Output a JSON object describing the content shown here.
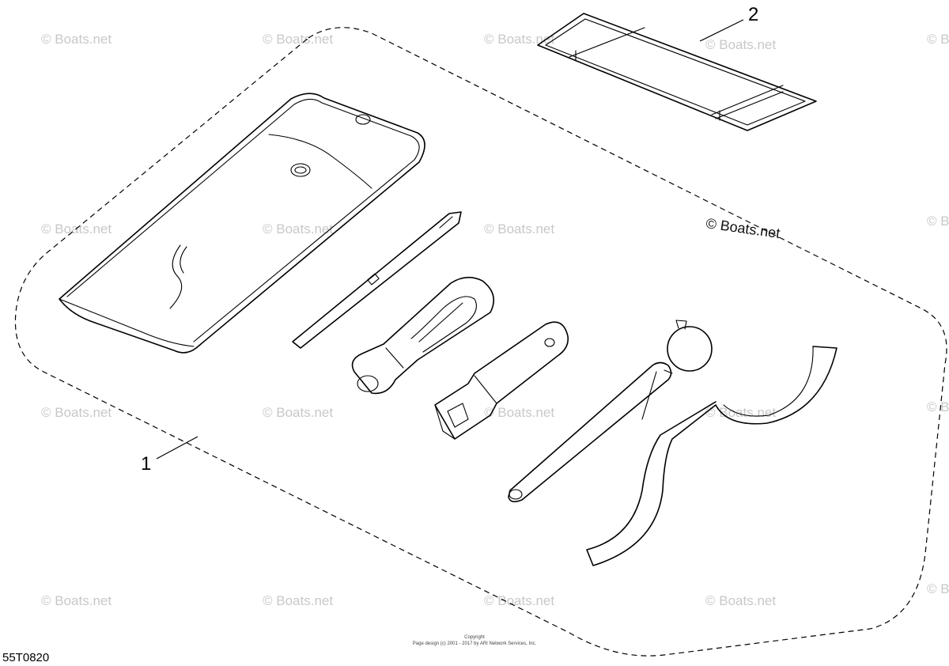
{
  "diagram": {
    "callouts": [
      {
        "id": "1",
        "label": "1"
      },
      {
        "id": "2",
        "label": "2"
      }
    ],
    "watermark_text": "© Boats.net",
    "prominent_watermark": "© Boats.net",
    "copyright_line1": "Copyright",
    "copyright_line2": "Page design (c) 2001 - 2017 by ARI Network Services, Inc.",
    "figure_code": "55T0820"
  }
}
